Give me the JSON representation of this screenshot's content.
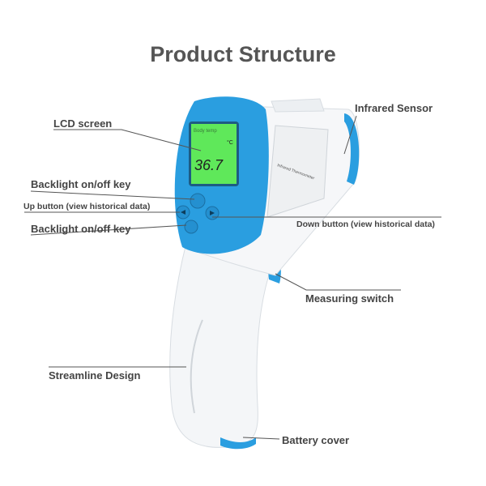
{
  "title": "Product Structure",
  "labels": {
    "lcd_screen": "LCD screen",
    "infrared_sensor": "Infrared Sensor",
    "backlight_key_top": "Backlight on/off key",
    "up_button": "Up button (view historical data)",
    "down_button": "Down button (view historical data)",
    "backlight_key_bottom": "Backlight on/off key",
    "measuring_switch": "Measuring switch",
    "streamline_design": "Streamline Design",
    "battery_cover": "Battery cover"
  },
  "device": {
    "lcd_reading": "36.7",
    "lcd_unit": "°C",
    "lcd_header": "Body temp",
    "body_label": "Infrared Thermometer"
  },
  "colors": {
    "accent_blue": "#2a9ee0",
    "lcd_green": "#5fe85a",
    "title_gray": "#555555"
  }
}
